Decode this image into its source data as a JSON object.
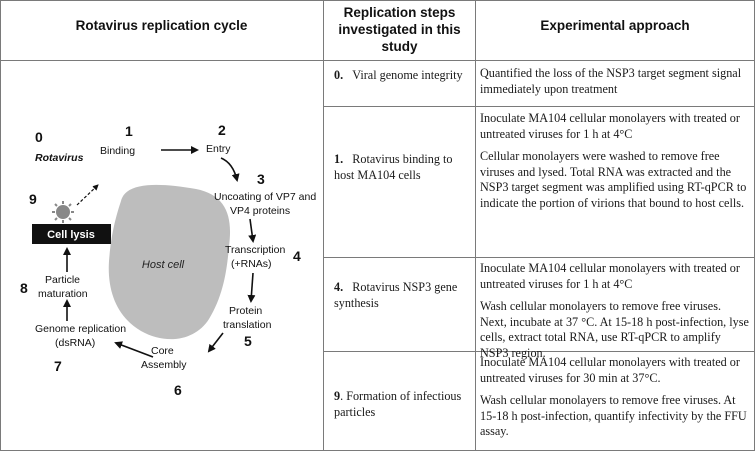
{
  "headers": {
    "col1": "Rotavirus replication cycle",
    "col2": "Replication steps investigated in this study",
    "col3": "Experimental approach"
  },
  "diagram": {
    "virus_name": "Rotavirus",
    "host_cell": "Host cell",
    "cell_lysis": "Cell lysis",
    "steps": [
      {
        "num": "0",
        "label": ""
      },
      {
        "num": "1",
        "label": "Binding"
      },
      {
        "num": "2",
        "label": "Entry"
      },
      {
        "num": "3",
        "label": "Uncoating of VP7 and VP4 proteins"
      },
      {
        "num": "4",
        "label": "Transcription (+RNAs)"
      },
      {
        "num": "5",
        "label": "Protein translation"
      },
      {
        "num": "6",
        "label": "Core Assembly"
      },
      {
        "num": "7",
        "label": "Genome replication (dsRNA)"
      },
      {
        "num": "8",
        "label": "Particle maturation"
      },
      {
        "num": "9",
        "label": ""
      }
    ]
  },
  "rows": [
    {
      "num": "0.",
      "step": "Viral genome integrity",
      "approach": [
        "Quantified the loss of the NSP3 target segment signal immediately upon treatment"
      ]
    },
    {
      "num": "1.",
      "step": "Rotavirus binding to host MA104 cells",
      "approach": [
        "Inoculate MA104 cellular monolayers with treated or untreated viruses for 1 h at 4°C",
        "Cellular monolayers were washed to remove free viruses and lysed.  Total RNA was extracted and the NSP3 target segment was amplified using RT-qPCR to indicate the portion of virions that bound to host cells."
      ]
    },
    {
      "num": "4.",
      "step": "Rotavirus NSP3 gene synthesis",
      "approach": [
        "Inoculate MA104 cellular monolayers with treated or untreated viruses for 1 h at 4°C",
        "Wash cellular monolayers to remove free viruses. Next, incubate at 37 °C. At 15-18 h post-infection, lyse cells, extract total RNA, use RT-qPCR to amplify NSP3 region."
      ]
    },
    {
      "num": "9",
      "step": ". Formation of infectious particles",
      "approach": [
        "Inoculate MA104 cellular monolayers with treated or untreated viruses for 30 min at 37°C.",
        "Wash cellular monolayers to remove free viruses. At 15-18 h post-infection, quantify infectivity by the FFU assay."
      ]
    }
  ]
}
